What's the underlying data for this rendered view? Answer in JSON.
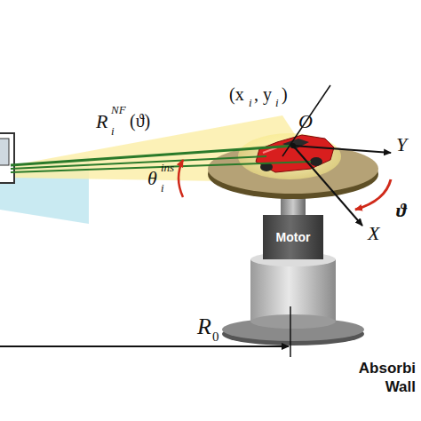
{
  "diagram": {
    "nodes": [
      {
        "text": [
          "Motor"
        ]
      }
    ],
    "labels": [
      "R",
      "NF",
      "i",
      "(ϑ)",
      "θ",
      "ins",
      "i",
      "(x",
      "i",
      ", y",
      "i",
      ")",
      "O",
      "Y",
      "X",
      "ϑ",
      "R",
      "0",
      "Absorbi Wall"
    ]
  }
}
